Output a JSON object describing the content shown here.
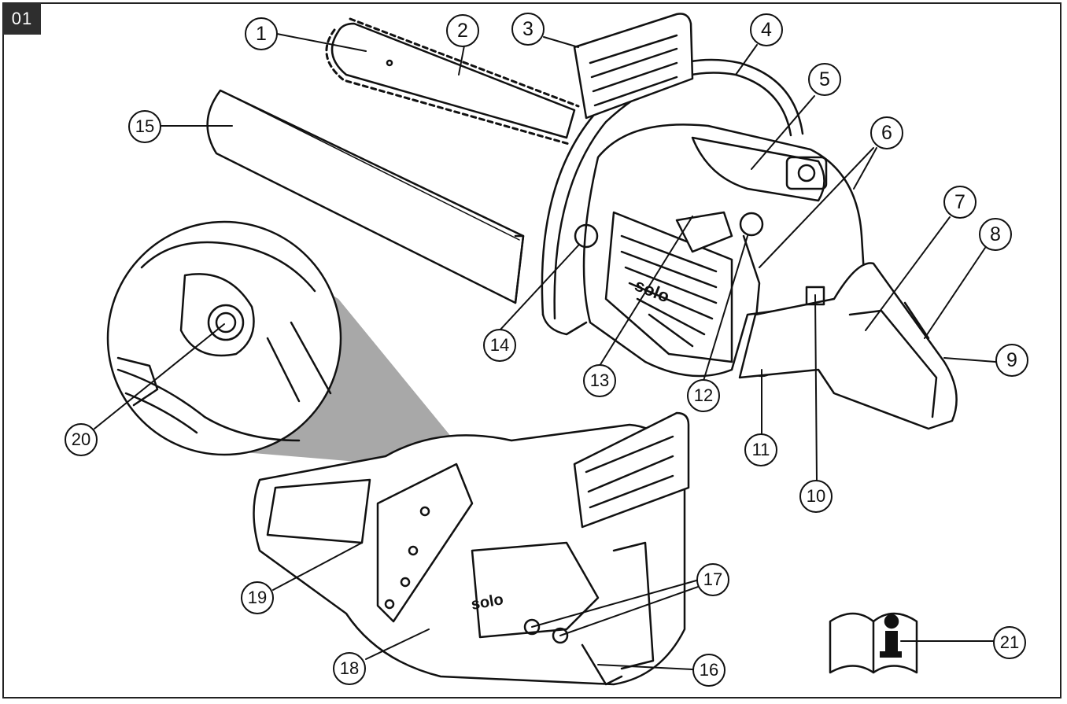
{
  "figure": {
    "tag": "01"
  },
  "brand": {
    "logo_text": "solo"
  },
  "callouts": [
    {
      "n": "1"
    },
    {
      "n": "2"
    },
    {
      "n": "3"
    },
    {
      "n": "4"
    },
    {
      "n": "5"
    },
    {
      "n": "6"
    },
    {
      "n": "7"
    },
    {
      "n": "8"
    },
    {
      "n": "9"
    },
    {
      "n": "10"
    },
    {
      "n": "11"
    },
    {
      "n": "12"
    },
    {
      "n": "13"
    },
    {
      "n": "14"
    },
    {
      "n": "15"
    },
    {
      "n": "16"
    },
    {
      "n": "17"
    },
    {
      "n": "18"
    },
    {
      "n": "19"
    },
    {
      "n": "20"
    },
    {
      "n": "21"
    }
  ],
  "colors": {
    "line": "#111111",
    "tag_bg": "#2e2e2e",
    "zoom_cone": "#a8a8a8"
  },
  "icons": {
    "manual": "book-info-icon"
  }
}
